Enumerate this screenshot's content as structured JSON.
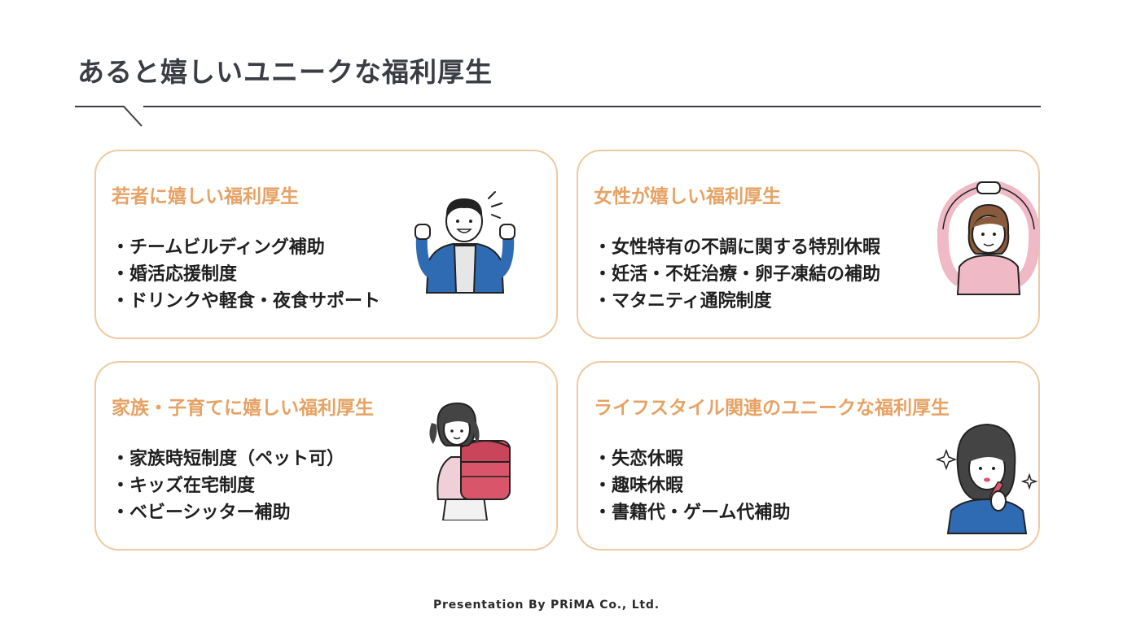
{
  "title": "あると嬉しいユニークな福利厚生",
  "cards": [
    {
      "title": "若者に嬉しい福利厚生",
      "items": [
        "・チームビルディング補助",
        "・婚活応援制度",
        "・ドリンクや軽食・夜食サポート"
      ],
      "illustration": "cheering-young-man-illustration"
    },
    {
      "title": "女性が嬉しい福利厚生",
      "items": [
        "・女性特有の不調に関する特別休暇",
        "・妊活・不妊治療・卵子凍結の補助",
        "・マタニティ通院制度"
      ],
      "illustration": "woman-arms-circle-illustration"
    },
    {
      "title": "家族・子育てに嬉しい福利厚生",
      "items": [
        "・家族時短制度（ペット可）",
        "・キッズ在宅制度",
        "・ベビーシッター補助"
      ],
      "illustration": "schoolgirl-randoseru-illustration"
    },
    {
      "title": "ライフスタイル関連のユニークな福利厚生",
      "items": [
        "・失恋休暇",
        "・趣味休暇",
        "・書籍代・ゲーム代補助"
      ],
      "illustration": "woman-lipstick-illustration"
    }
  ],
  "footer": "Presentation By PRiMA Co., Ltd.",
  "colors": {
    "card_border": "#f0c9a2",
    "card_title": "#e6a264",
    "title": "#3a3d44",
    "jacket_blue": "#2f6bb3",
    "sweater_pink": "#f0b9c6",
    "randoseru_red": "#d9566a"
  }
}
